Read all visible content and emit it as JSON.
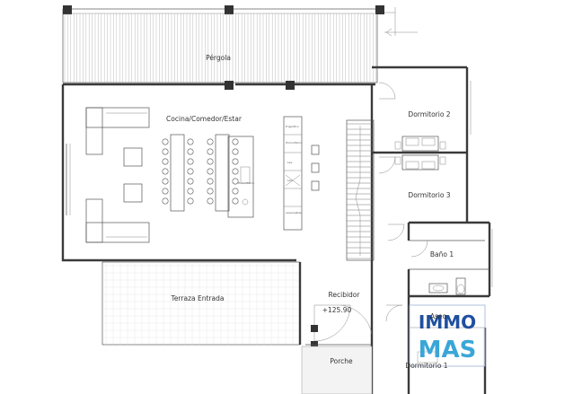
{
  "rooms": {
    "pergola": "Pérgola",
    "kitchen": "Cocina/Comedor/Estar",
    "bedroom2": "Dormitorio 2",
    "bedroom3": "Dormitorio 3",
    "bath1": "Baño 1",
    "terrace": "Terraza Entrada",
    "hall": "Recibidor",
    "level": "+125.90",
    "toilet": "Aseo",
    "porch": "Porche",
    "bedroom1": "Dormitorio 1"
  },
  "appliance_labels": [
    "Frigorífico",
    "Horno/Micro",
    "Lav.",
    "Lav.",
    "Lavavajillas"
  ],
  "watermark": {
    "line1": "IMMO",
    "line2": "MAS",
    "color": "#1f4fa0",
    "accent": "#3aa6d8"
  }
}
